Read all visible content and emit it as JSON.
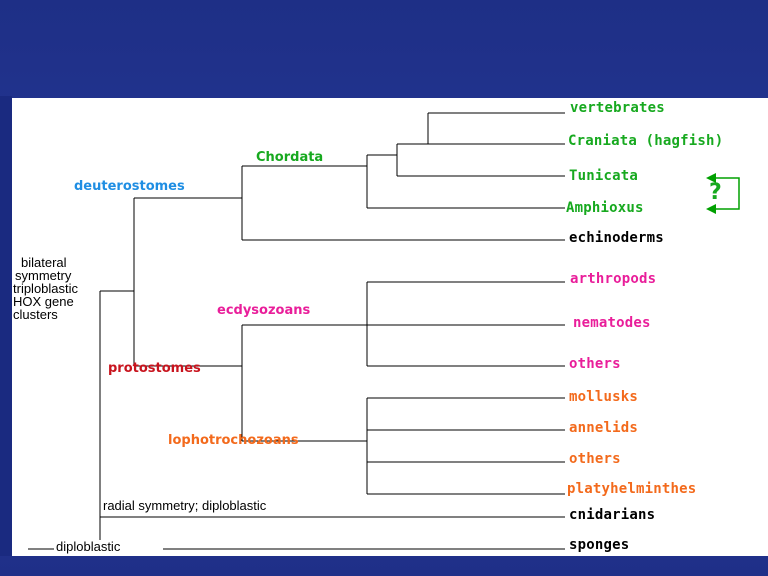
{
  "taxa": {
    "vertebrates": "vertebrates",
    "craniata": "Craniata (hagfish)",
    "tunicata": "Tunicata",
    "amphioxus": "Amphioxus",
    "echinoderms": "echinoderms",
    "arthropods": "arthropods",
    "nematodes": "nematodes",
    "others_ecdysozoa": "others",
    "mollusks": "mollusks",
    "annelids": "annelids",
    "others_lophotrochozoa": "others",
    "platyhelminthes": "platyhelminthes",
    "cnidarians": "cnidarians",
    "sponges": "sponges"
  },
  "clades": {
    "chordata": "Chordata",
    "deuterostomes": "deuterostomes",
    "ecdysozoans": "ecdysozoans",
    "protostomes": "protostomes",
    "lophotrochozoans": "lophotrochozoans"
  },
  "notes": {
    "bilateral_lines": [
      "bilateral",
      "symmetry",
      "triploblastic",
      "HOX gene",
      "clusters"
    ],
    "radial": "radial symmetry; diploblastic",
    "diploblastic": "diploblastic",
    "question_mark": "?"
  },
  "colors": {
    "chordate_group": "#17a91f",
    "ecdysozoa_group": "#e91e9a",
    "lophotrochozoa_group": "#f36a1c",
    "deuterostomes_label": "#1f8ee3",
    "protostomes_label": "#c8141e",
    "background": "#27399a"
  }
}
